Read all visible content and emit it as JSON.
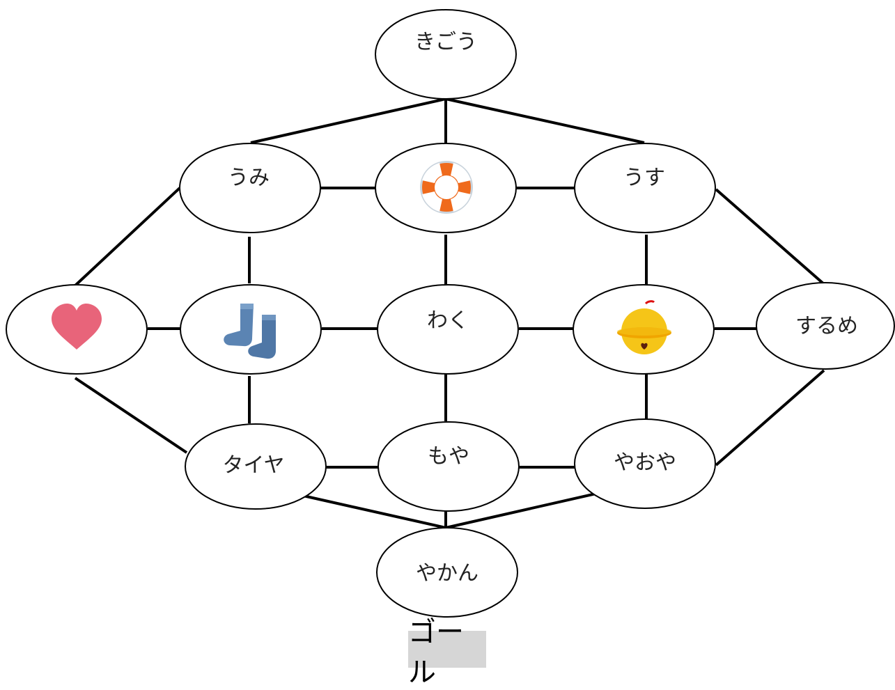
{
  "nodes": {
    "kigou": "きごう",
    "umi": "うみ",
    "usu": "うす",
    "suzu_label": "",
    "suru_me": "するめ",
    "waku": "わく",
    "taiya": "タイヤ",
    "moya": "もや",
    "yaoya": "やおや",
    "yakan": "やかん"
  },
  "icons": {
    "heart": "heart-icon",
    "socks": "socks-icon",
    "float": "life-ring-icon",
    "bell": "bell-icon"
  },
  "colors": {
    "heart": "#e8647a",
    "socks": "#5b84b3",
    "float_orange": "#ef6a1c",
    "bell_yellow": "#f5c518"
  },
  "goal": "ゴール"
}
